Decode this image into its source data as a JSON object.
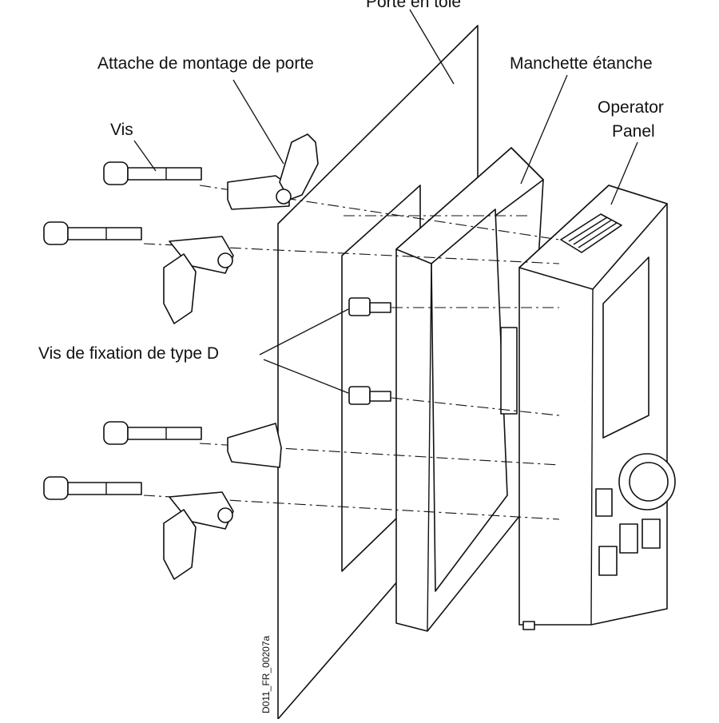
{
  "labels": {
    "sheet_door": "Porte en tôle",
    "door_mount_clip": "Attache de montage de porte",
    "sealing_sleeve": "Manchette étanche",
    "screw": "Vis",
    "operator_panel_line1": "Operator",
    "operator_panel_line2": "Panel",
    "type_d_screws": "Vis de fixation de type D"
  },
  "drawing_code": "D011_FR_00207a"
}
